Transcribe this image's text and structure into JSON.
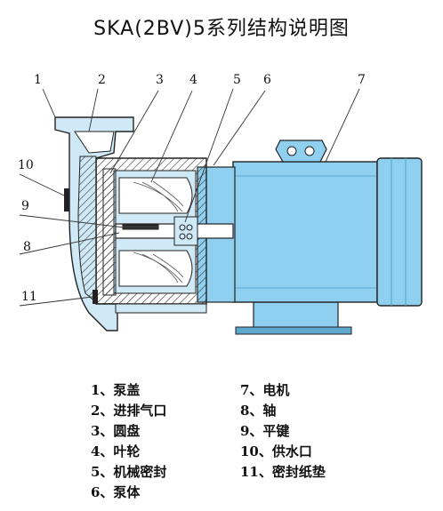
{
  "title": "SKA(2BV)5系列结构说明图",
  "callouts": [
    "1",
    "2",
    "3",
    "4",
    "5",
    "6",
    "7",
    "10",
    "9",
    "8",
    "11"
  ],
  "legend": [
    "1、泵盖",
    "2、进排气口",
    "3、圆盘",
    "4、叶轮",
    "5、机械密封",
    "6、泵体",
    "7、电机",
    "8、轴",
    "9、平键",
    "10、供水口",
    "11、密封纸垫"
  ],
  "colors": {
    "motor": "#8fd0f0",
    "motor_dark": "#5ea8d0",
    "pump_body": "#cfe9f7",
    "hatch": "#333333",
    "outline": "#222222"
  }
}
